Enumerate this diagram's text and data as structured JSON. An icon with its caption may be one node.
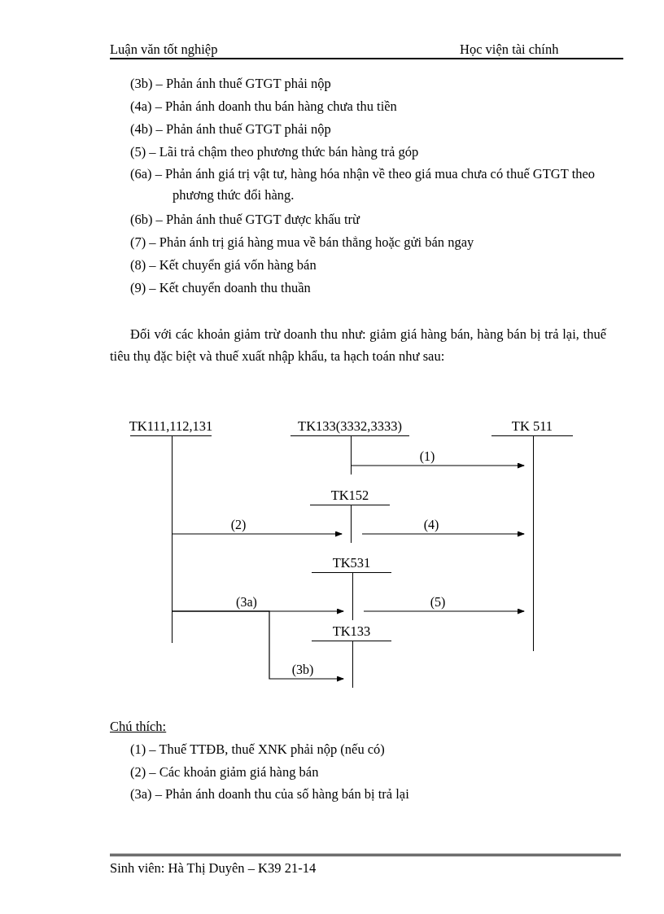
{
  "diagram": {
    "nodes": [
      {
        "text": [
          "TK111,112,131"
        ]
      },
      {
        "text": [
          "TK133(3332,3333)"
        ]
      },
      {
        "text": [
          "TK 511"
        ]
      },
      {
        "text": [
          "TK152"
        ]
      },
      {
        "text": [
          "TK531"
        ]
      },
      {
        "text": [
          "TK133"
        ]
      }
    ],
    "edges": [
      {
        "from": 1,
        "to": 2,
        "arrow": "to",
        "label": "(1)"
      },
      {
        "from": 0,
        "to": 3,
        "arrow": "to",
        "label": "(2)"
      },
      {
        "from": 3,
        "to": 2,
        "arrow": "to",
        "label": "(4)"
      },
      {
        "from": 0,
        "to": 4,
        "arrow": "to",
        "label": "(3a)"
      },
      {
        "from": 4,
        "to": 2,
        "arrow": "to",
        "label": "(5)"
      },
      {
        "from": 0,
        "to": 5,
        "arrow": "to",
        "label": "(3b)"
      }
    ],
    "labels": [
      "Luận văn tốt nghiệp",
      "Học viện tài chính",
      "(3b) – Phản ánh thuế GTGT phải nộp",
      "(4a) – Phản ánh doanh thu bán hàng chưa thu tiền",
      "(4b) – Phản ánh thuế GTGT phải nộp",
      "(5) – Lãi trả chậm theo phương thức bán hàng trả góp",
      "(6a) – Phản ánh giá trị vật tư, hàng hóa nhận về theo giá mua chưa có thuế GTGT theo phương thức đổi hàng.",
      "(6b) – Phản ánh thuế GTGT được khấu trừ",
      "(7) – Phản ánh trị giá hàng mua về bán thẳng hoặc gửi bán ngay",
      "(8) – Kết chuyển giá vốn hàng bán",
      "(9) – Kết chuyển doanh thu thuần",
      "Đối với các khoản giảm trừ doanh thu như: giảm giá hàng bán, hàng bán bị trả lại, thuế tiêu thụ đặc biệt và thuế xuất nhập khẩu, ta hạch toán như sau:",
      "Chú thích:",
      "(1) – Thuế TTĐB, thuế XNK phải nộp (nếu có)",
      "(2) – Các khoản giảm giá hàng bán",
      "(3a) – Phản ánh doanh thu của số hàng bán bị trả lại",
      "Sinh viên: Hà Thị Duyên – K39 21-14"
    ]
  }
}
